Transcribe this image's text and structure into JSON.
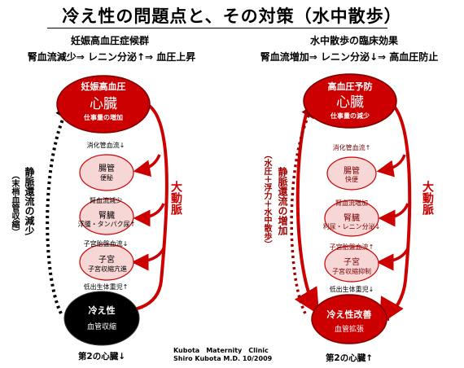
{
  "title": "冷え性の問題点と、その対策（水中散歩）",
  "left": {
    "heading": "妊娠高血圧症候群",
    "subheading": "腎血流減少⇒ レニン分泌↑⇒ 血圧上昇",
    "heart": {
      "top": "妊娠高血圧",
      "main": "心臓",
      "sub": "仕事量の増加"
    },
    "intestine": {
      "label_above": "消化管血流↓",
      "main": "腸管",
      "sub": "便秘"
    },
    "kidney": {
      "label_above": "腎血流減少",
      "main": "腎臓",
      "sub": "浮腫・タンパク尿↑"
    },
    "uterus": {
      "label_above": "子宮胎盤血流↓",
      "main": "子宮",
      "sub": "子宮収縮亢進"
    },
    "below_uterus": "低出生体重児↑",
    "bottom": {
      "main": "冷え性",
      "sub": "血管収縮"
    },
    "second_heart": "第2の心臓↓",
    "aorta": "大動脈",
    "venous_main": "静脈還流の減少",
    "venous_paren": "（末梢血管収縮）"
  },
  "right": {
    "heading": "水中散歩の臨床効果",
    "subheading": "腎血流増加⇒ レニン分泌↓⇒ 高血圧防止",
    "heart": {
      "top": "高血圧予防",
      "main": "心臓",
      "sub": "仕事量の減少"
    },
    "intestine": {
      "label_above": "消化管血流↑",
      "main": "腸管",
      "sub": "快便"
    },
    "kidney": {
      "label_above": "腎血流増加",
      "main": "腎臓",
      "sub": "利尿・レニン分泌↓"
    },
    "uterus": {
      "label_above": "子宮胎盤血流↑",
      "main": "子宮",
      "sub": "子宮収縮抑制"
    },
    "below_uterus": "低出生体重児↓",
    "bottom": {
      "main": "冷え性改善",
      "sub": "血管拡張"
    },
    "second_heart": "第2の心臓↑",
    "aorta": "大動脈",
    "venous_main": "静脈還流の増加",
    "venous_paren": "（水圧＋浮力＋水中散歩）"
  },
  "credit": {
    "line1": "Kubota　Maternity　Clinic",
    "line2": "Shiro Kubota M.D.  10/2009"
  },
  "colors": {
    "red": "#cc0000",
    "dark_red": "#a00000",
    "pink": "#f7d6d6",
    "black": "#000000"
  }
}
